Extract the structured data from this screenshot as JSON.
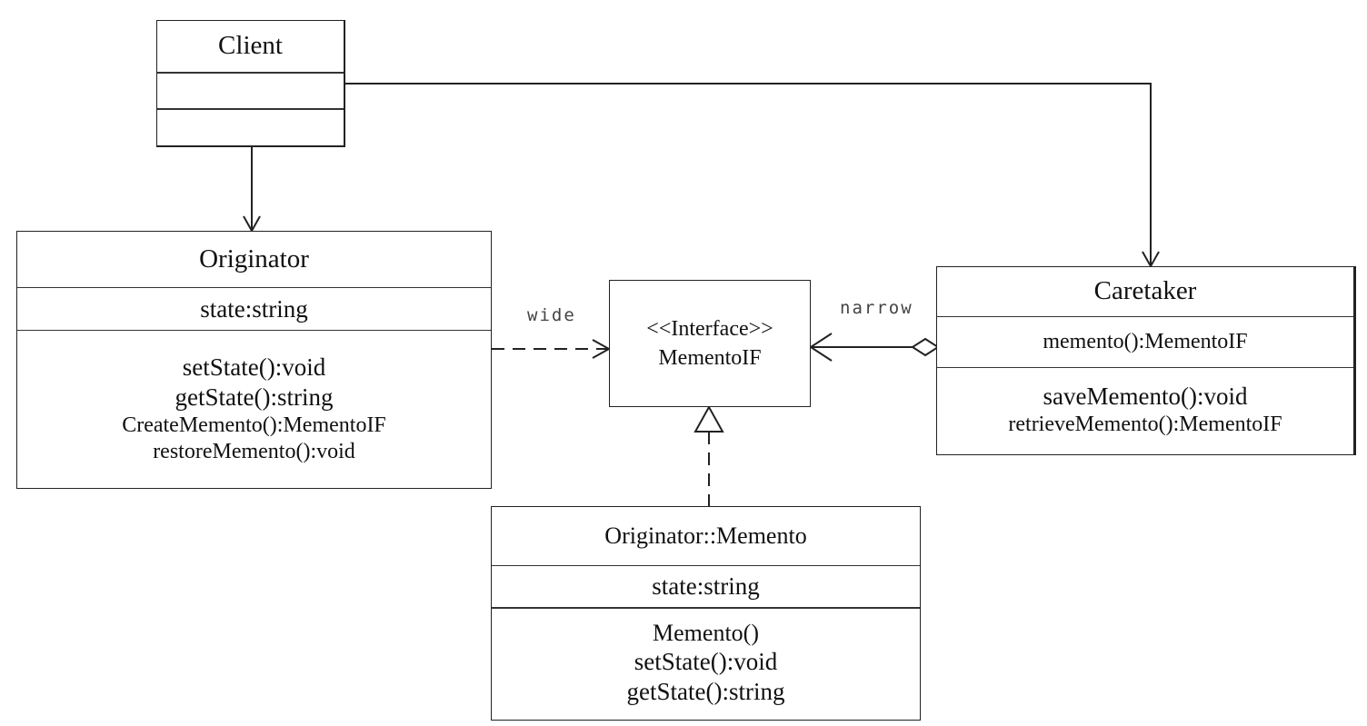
{
  "client": {
    "name": "Client"
  },
  "originator": {
    "name": "Originator",
    "attributes": [
      "state:string"
    ],
    "methods": [
      "setState():void",
      "getState():string",
      "CreateMemento():MementoIF",
      "restoreMemento():void"
    ]
  },
  "memento_if": {
    "stereotype": "<<Interface>>",
    "name": "MementoIF"
  },
  "caretaker": {
    "name": "Caretaker",
    "attributes": [
      "memento():MementoIF"
    ],
    "methods": [
      "saveMemento():void",
      "retrieveMemento():MementoIF"
    ]
  },
  "memento": {
    "name": "Originator::Memento",
    "attributes": [
      "state:string"
    ],
    "methods": [
      "Memento()",
      "setState():void",
      "getState():string"
    ]
  },
  "labels": {
    "wide": "wide",
    "narrow": "narrow"
  }
}
